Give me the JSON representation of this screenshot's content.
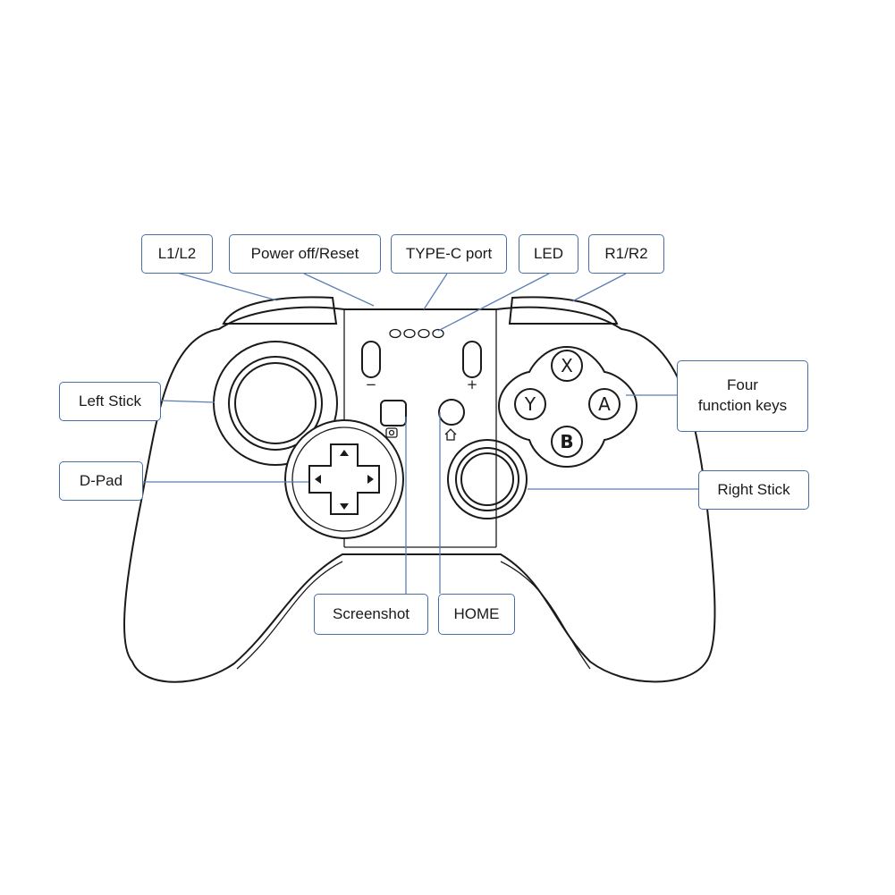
{
  "labels": {
    "l1l2": "L1/L2",
    "power": "Power off/Reset",
    "typec": "TYPE-C port",
    "led": "LED",
    "r1r2": "R1/R2",
    "left_stick": "Left Stick",
    "four_keys_line1": "Four",
    "four_keys_line2": "function keys",
    "dpad": "D-Pad",
    "right_stick": "Right Stick",
    "screenshot": "Screenshot",
    "home": "HOME"
  },
  "button_letters": {
    "x": "X",
    "y": "Y",
    "a": "A",
    "b": "B"
  },
  "marks": {
    "minus": "−",
    "plus": "+"
  },
  "colors": {
    "leader": "#5b7fb5",
    "label_border": "#4a6fa5",
    "outline": "#1a1a1a"
  }
}
